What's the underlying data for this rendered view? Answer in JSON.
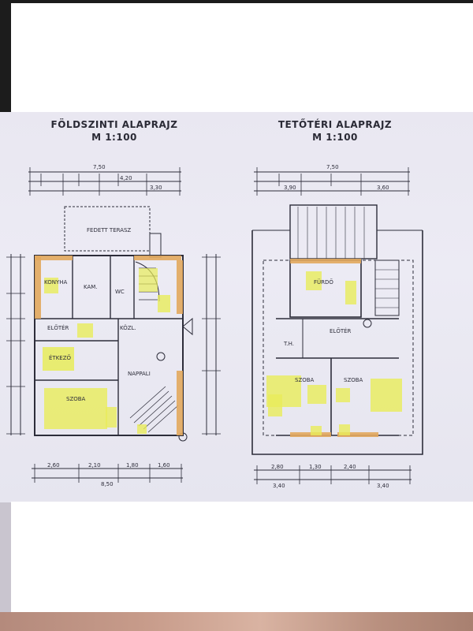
{
  "left_plan": {
    "title": "FÖLDSZINTI ALAPRAJZ",
    "scale": "M 1:100",
    "rooms": {
      "terrace": "FEDETT TERASZ",
      "kitchen": "KONYHA",
      "pantry": "KAM.",
      "wc": "WC",
      "entry": "ELŐTÉR",
      "hall": "KÖZL.",
      "kitchen_dining": "ÉTKEZŐ",
      "living": "NAPPALI",
      "room": "SZOBA"
    },
    "dims_top": [
      "7,50",
      "4,20",
      "3,30"
    ],
    "dims_bottom": [
      "2,60",
      "2,10",
      "1,80",
      "1,60",
      "8,50"
    ]
  },
  "right_plan": {
    "title": "TETŐTÉRI ALAPRAJZ",
    "scale": "M 1:100",
    "rooms": {
      "bath": "FÜRDŐ",
      "hall": "ELŐTÉR",
      "room1": "SZOBA",
      "room2": "SZOBA",
      "storage": "T.H."
    },
    "dims_top": [
      "7,50",
      "3,90",
      "3,60"
    ],
    "dims_bottom": [
      "2,80",
      "1,30",
      "2,40",
      "3,40",
      "3,40"
    ]
  },
  "colors": {
    "paper": "#e9e7f1",
    "wall_fill": "#e2a85d",
    "highlight": "#e8ec5a",
    "ink": "#2d2d3a"
  }
}
